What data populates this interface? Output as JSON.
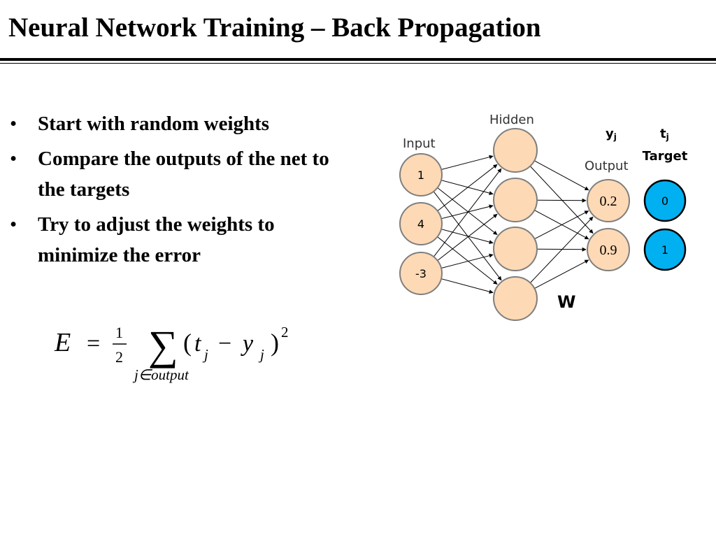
{
  "slide": {
    "title": "Neural Network Training – Back Propagation"
  },
  "bullets": [
    {
      "bullet": "•",
      "text": "Start with random weights"
    },
    {
      "bullet": "•",
      "text": "Compare the outputs of the net to the targets"
    },
    {
      "bullet": "•",
      "text": "Try to adjust the weights to minimize the  error"
    }
  ],
  "equation": {
    "lhs": "E",
    "equals": "=",
    "frac_num": "1",
    "frac_den": "2",
    "sum": "∑",
    "open_paren": "(",
    "t": "t",
    "t_sub": "j",
    "minus": "−",
    "y": "y",
    "y_sub": "j",
    "close_paren": ")",
    "exponent": "2",
    "sum_sub": "j∈output"
  },
  "network": {
    "labels": {
      "input": "Input",
      "hidden": "Hidden",
      "output": "Output",
      "y": "y",
      "y_sub": "j",
      "t": "t",
      "t_sub": "j",
      "target": "Target",
      "weights": "W"
    },
    "input_values": [
      "1",
      "4",
      "-3"
    ],
    "output_values": [
      "0.2",
      "0.9"
    ],
    "target_values": [
      "0",
      "1"
    ],
    "colors": {
      "node_fill": "#fdd9b5",
      "node_stroke": "#7f7f7f",
      "target_fill": "#00b0f0",
      "target_stroke": "#000000",
      "edge": "#000000"
    }
  }
}
